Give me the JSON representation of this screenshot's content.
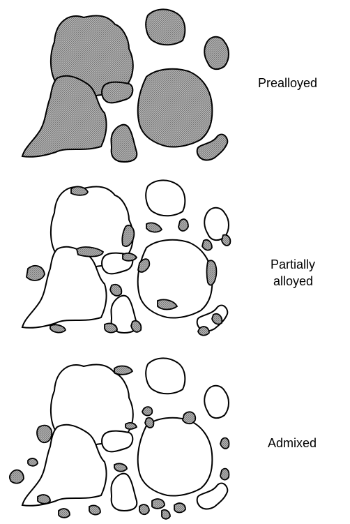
{
  "panels": [
    {
      "label_lines": [
        "Prealloyed"
      ]
    },
    {
      "label_lines": [
        "Partially",
        "alloyed"
      ]
    },
    {
      "label_lines": [
        "Admixed"
      ]
    }
  ],
  "colors": {
    "outline": "#000000",
    "hatch_fill": "#a9a9a9",
    "plain_fill": "#ffffff"
  }
}
